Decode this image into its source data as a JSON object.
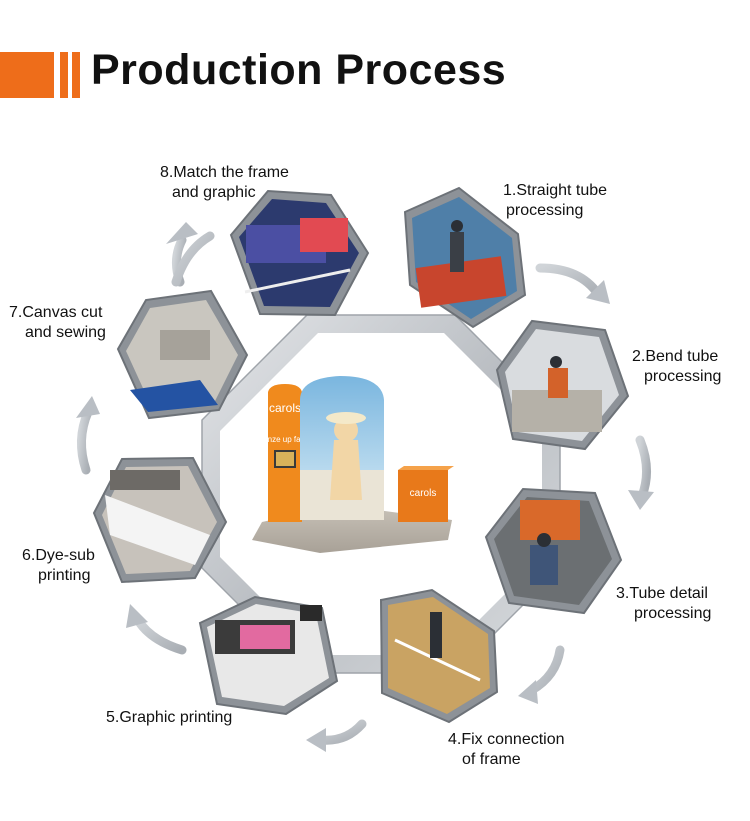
{
  "title": "Production Process",
  "steps": [
    {
      "num": "1.",
      "line1": "1.Straight tube",
      "line2": "processing"
    },
    {
      "num": "2.",
      "line1": "2.Bend tube",
      "line2": "processing"
    },
    {
      "num": "3.",
      "line1": "3.Tube detail",
      "line2": "processing"
    },
    {
      "num": "4.",
      "line1": "4.Fix connection",
      "line2": "of frame"
    },
    {
      "num": "5.",
      "line1": "5.Graphic printing",
      "line2": ""
    },
    {
      "num": "6.",
      "line1": "6.Dye-sub",
      "line2": "printing"
    },
    {
      "num": "7.",
      "line1": "7.Canvas cut",
      "line2": "and sewing"
    },
    {
      "num": "8.",
      "line1": "8.Match the frame",
      "line2": "and graphic"
    }
  ],
  "booth_brand": "carols",
  "booth_tagline": "bronze up faster",
  "colors": {
    "accent": "#ee6d1a",
    "frame": "#c9ccd0",
    "arrow": "#b9bec4"
  }
}
